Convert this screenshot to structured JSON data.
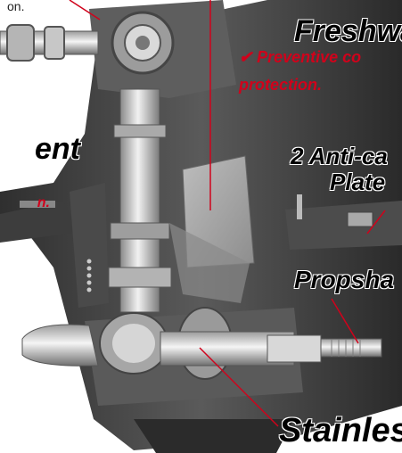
{
  "callouts": {
    "top_line": "Freshwate",
    "anti_cav_line1": "2 Anti-ca",
    "anti_cav_line2": "Plate",
    "propshaft": "Propsha",
    "stainless": "Stainles",
    "left_partial": "ent"
  },
  "notes": {
    "checkmark": "✔",
    "preventive_line1": "Preventive co",
    "preventive_line2": "protection.",
    "left_red_fragment": "n.",
    "top_left_fragment": "on."
  },
  "colors": {
    "accent_red": "#d0021b",
    "housing_dark": "#3a3a3a",
    "housing_mid": "#6e6e6e",
    "metal_light": "#cfcfcf",
    "background": "#ffffff"
  }
}
